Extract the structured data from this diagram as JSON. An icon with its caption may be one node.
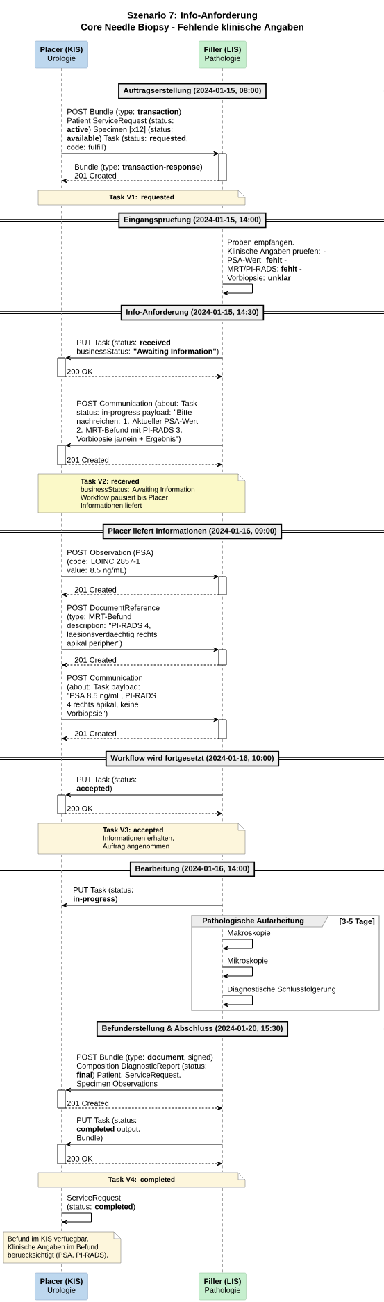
{
  "diagram": {
    "title": "Szenario 7: Info-Anforderung",
    "labels": [
      "Core Needle Biopsy - Fehlende klinische Angaben"
    ],
    "nodes": [
      {
        "text": [
          "Placer (KIS)",
          "Urologie"
        ]
      },
      {
        "text": [
          "Filler (LIS)",
          "Pathologie"
        ]
      },
      {
        "text": [],
        "shape": "line"
      },
      {
        "text": [],
        "shape": "line"
      },
      {
        "text": [
          "Auftragserstellung (2024-01-15, 08:00)"
        ]
      },
      {
        "text": [
          "Task V1: requested"
        ]
      },
      {
        "text": [
          "Eingangspruefung (2024-01-15, 14:00)"
        ]
      },
      {
        "text": [
          "Info-Anforderung (2024-01-15, 14:30)"
        ]
      },
      {
        "text": [
          "Task V2: received",
          "businessStatus: Awaiting Information Workflow pausiert bis Placer Informationen liefert"
        ]
      },
      {
        "text": [
          "Placer liefert Informationen (2024-01-16, 09:00)"
        ]
      },
      {
        "text": [
          "Workflow wird fortgesetzt (2024-01-16, 10:00)"
        ]
      },
      {
        "text": [
          "Task V3: accepted",
          "Informationen erhalten, Auftrag angenommen"
        ]
      },
      {
        "text": [
          "Bearbeitung (2024-01-16, 14:00)"
        ]
      },
      {
        "text": [
          "Pathologische Aufarbeitung",
          "[3-5 Tage]"
        ]
      },
      {
        "text": [
          "Befunderstellung & Abschluss (2024-01-20, 15:30)"
        ]
      },
      {
        "text": [
          "Task V4: completed"
        ]
      },
      {
        "text": [
          "Befund im KIS verfuegbar. Klinische Angaben im Befund beruecksichtigt (PSA, PI-RADS)."
        ]
      },
      {
        "text": [
          "Placer (KIS)",
          "Urologie"
        ]
      },
      {
        "text": [
          "Filler (LIS)",
          "Pathologie"
        ]
      }
    ],
    "edges": [
      {
        "from": 2,
        "to": 3,
        "arrow": "to",
        "label": "POST Bundle (type: **transaction**) Patient ServiceRequest (status: **active**) Specimen [x12] (status: **available**) Task (status: **requested**, code: fulfill)"
      },
      {
        "from": 3,
        "to": 2,
        "arrow": "to",
        "style": "dashed",
        "label": "Bundle (type: **transaction-response**) 201 Created"
      },
      {
        "from": 3,
        "to": 3,
        "arrow": "to",
        "label": "Proben empfangen. Klinische Angaben pruefen: - PSA-Wert: **fehlt** - MRT/PI-RADS: **fehlt** - Vorbiopsie: **unklar**"
      },
      {
        "from": 3,
        "to": 2,
        "arrow": "to",
        "label": "PUT Task (status: **received** businessStatus: **\"Awaiting Information\"**)"
      },
      {
        "from": 2,
        "to": 3,
        "arrow": "to",
        "style": "dashed",
        "label": "200 OK"
      },
      {
        "from": 3,
        "to": 2,
        "arrow": "to",
        "label": "POST Communication (about: Task status: in-progress payload: \"Bitte nachreichen: 1. Aktueller PSA-Wert 2. MRT-Befund mit PI-RADS 3. Vorbiopsie ja/nein + Ergebnis\")"
      },
      {
        "from": 2,
        "to": 3,
        "arrow": "to",
        "style": "dashed",
        "label": "201 Created"
      },
      {
        "from": 2,
        "to": 3,
        "arrow": "to",
        "label": "POST Observation (PSA) (code: LOINC 2857-1 value: 8.5 ng/mL)"
      },
      {
        "from": 3,
        "to": 2,
        "arrow": "to",
        "style": "dashed",
        "label": "201 Created"
      },
      {
        "from": 2,
        "to": 3,
        "arrow": "to",
        "label": "POST DocumentReference (type: MRT-Befund description: \"PI-RADS 4, laesionsverdaechtig rechts apikal peripher\")"
      },
      {
        "from": 3,
        "to": 2,
        "arrow": "to",
        "style": "dashed",
        "label": "201 Created"
      },
      {
        "from": 2,
        "to": 3,
        "arrow": "to",
        "label": "POST Communication (about: Task payload: \"PSA 8.5 ng/mL, PI-RADS 4 rechts apikal, keine Vorbiopsie\")"
      },
      {
        "from": 3,
        "to": 2,
        "arrow": "to",
        "style": "dashed",
        "label": "201 Created"
      },
      {
        "from": 3,
        "to": 2,
        "arrow": "to",
        "label": "PUT Task (status: **accepted**)"
      },
      {
        "from": 2,
        "to": 3,
        "arrow": "to",
        "style": "dashed",
        "label": "200 OK"
      },
      {
        "from": 3,
        "to": 2,
        "arrow": "to",
        "label": "PUT Task (status: **in-progress**)"
      },
      {
        "from": 3,
        "to": 3,
        "arrow": "to",
        "label": "Makroskopie"
      },
      {
        "from": 3,
        "to": 3,
        "arrow": "to",
        "label": "Mikroskopie"
      },
      {
        "from": 3,
        "to": 3,
        "arrow": "to",
        "label": "Diagnostische Schlussfolgerung"
      },
      {
        "from": 3,
        "to": 2,
        "arrow": "to",
        "label": "POST Bundle (type: **document**, signed) Composition DiagnosticReport (status: **final**) Patient, ServiceRequest, Specimen Observations"
      },
      {
        "from": 2,
        "to": 3,
        "arrow": "to",
        "style": "dashed",
        "label": "201 Created"
      },
      {
        "from": 3,
        "to": 2,
        "arrow": "to",
        "label": "PUT Task (status: **completed** output: Bundle)"
      },
      {
        "from": 2,
        "to": 3,
        "arrow": "to",
        "style": "dashed",
        "label": "200 OK"
      },
      {
        "from": 2,
        "to": 2,
        "arrow": "to",
        "label": "ServiceRequest (status: **completed**)"
      }
    ]
  }
}
